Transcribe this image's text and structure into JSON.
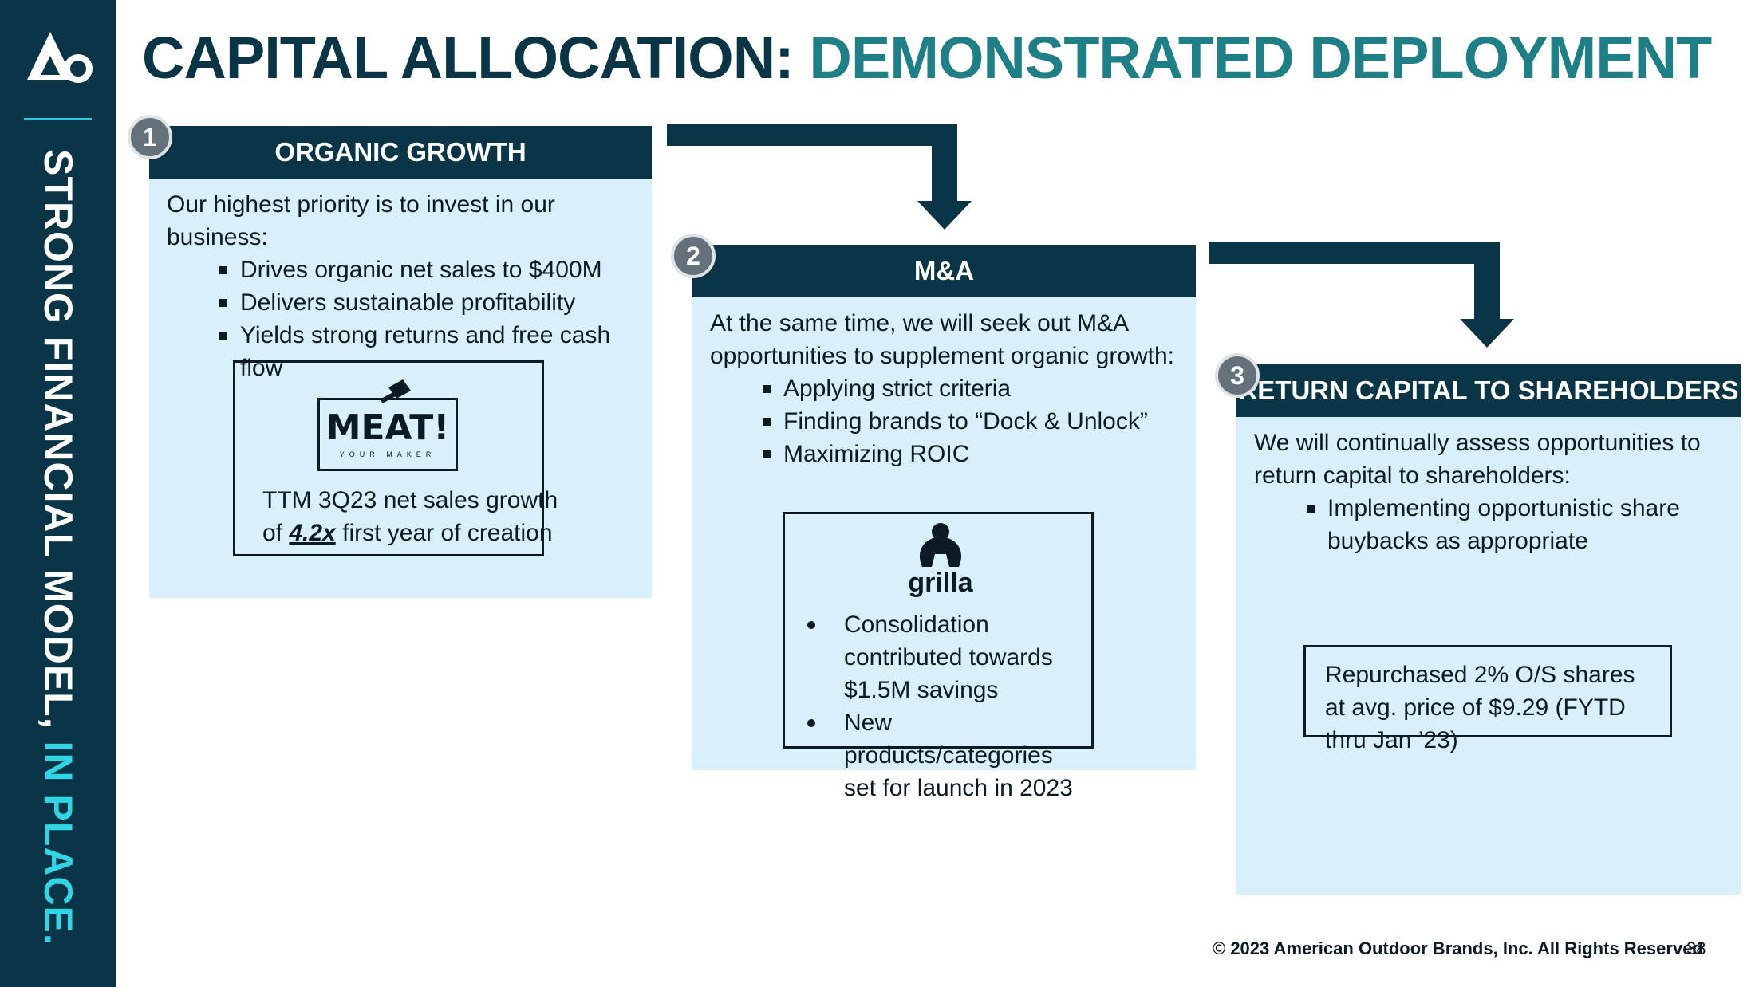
{
  "sidebar": {
    "text_main": "STRONG FINANCIAL MODEL,",
    "text_accent": "IN PLACE.",
    "logo_icon": "brand-mountain-logo-icon"
  },
  "title": {
    "main": "CAPITAL ALLOCATION:",
    "accent": "DEMONSTRATED DEPLOYMENT"
  },
  "steps": [
    {
      "number": "1",
      "heading": "ORGANIC GROWTH",
      "intro": "Our highest priority is to invest in our business:",
      "bullets": [
        "Drives organic net sales to $400M",
        "Delivers sustainable profitability",
        "Yields strong returns and free cash flow"
      ],
      "callout": {
        "brand_logo_text": "MEAT!",
        "brand_logo_subtext": "YOUR MAKER",
        "line1": "TTM 3Q23 net sales growth",
        "line2_prefix": "of",
        "line2_emphasis": "4.2x",
        "line2_suffix": "first year of creation"
      }
    },
    {
      "number": "2",
      "heading": "M&A",
      "intro": "At the same time, we will seek out M&A opportunities to supplement organic growth:",
      "bullets": [
        "Applying strict criteria",
        "Finding brands to “Dock & Unlock”",
        "Maximizing ROIC"
      ],
      "callout": {
        "brand_logo_text": "grilla",
        "bullets": [
          "Consolidation contributed towards $1.5M savings",
          "New products/categories set for launch in 2023"
        ]
      }
    },
    {
      "number": "3",
      "heading": "RETURN CAPITAL TO SHAREHOLDERS",
      "intro": "We will continually assess opportunities to return capital to shareholders:",
      "bullets": [
        "Implementing opportunistic share buybacks as appropriate"
      ],
      "callout": {
        "text": "Repurchased 2% O/S shares at avg. price of $9.29 (FYTD thru Jan ’23)"
      }
    }
  ],
  "footer": {
    "copyright": "© 2023 American Outdoor Brands, Inc. All Rights Reserved",
    "page_number": "38"
  },
  "colors": {
    "navy": "#0a3547",
    "teal_accent": "#1f7f86",
    "cyan_accent": "#31d6e6",
    "panel_fill": "#d7f0fa",
    "badge_gray": "#65717a"
  }
}
